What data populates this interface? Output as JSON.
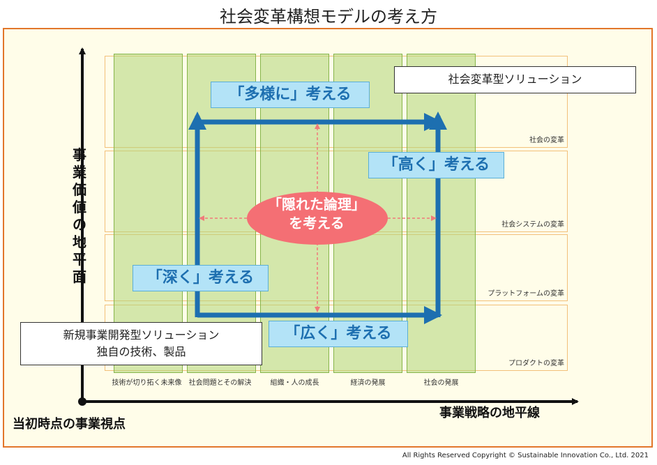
{
  "title": "社会変革構想モデルの考え方",
  "top_right_box": "社会変革型ソリューション",
  "bottom_left_box": {
    "line1": "新規事業開発型ソリューション",
    "line2": "独自の技術、製品"
  },
  "bands": [
    "社会の変革",
    "社会システムの変革",
    "プラットフォームの変革",
    "プロダクトの変革"
  ],
  "columns": [
    "技術が切り拓く未来像",
    "社会問題とその解決",
    "組織・人の成長",
    "経済の発展",
    "社会の発展"
  ],
  "think": {
    "top": "「多様に」考える",
    "right": "「高く」考える",
    "left": "「深く」考える",
    "bottom": "「広く」考える"
  },
  "center": {
    "line1": "「隠れた論理」",
    "line2": "を考える"
  },
  "vertical_axis": [
    "事",
    "業",
    "価",
    "値",
    "の",
    "地",
    "平",
    "面"
  ],
  "horizontal_axis": "事業戦略の地平線",
  "origin": "当初時点の事業視点",
  "copyright": "All Rights Reserved Copyright ©  Sustainable Innovation Co., Ltd.  2021",
  "colors": {
    "frame": "#e2762a",
    "arrow": "#1d6fb0",
    "column": "#b0d678",
    "ellipse": "#f46f74",
    "think_bg": "#b3e3f7"
  }
}
